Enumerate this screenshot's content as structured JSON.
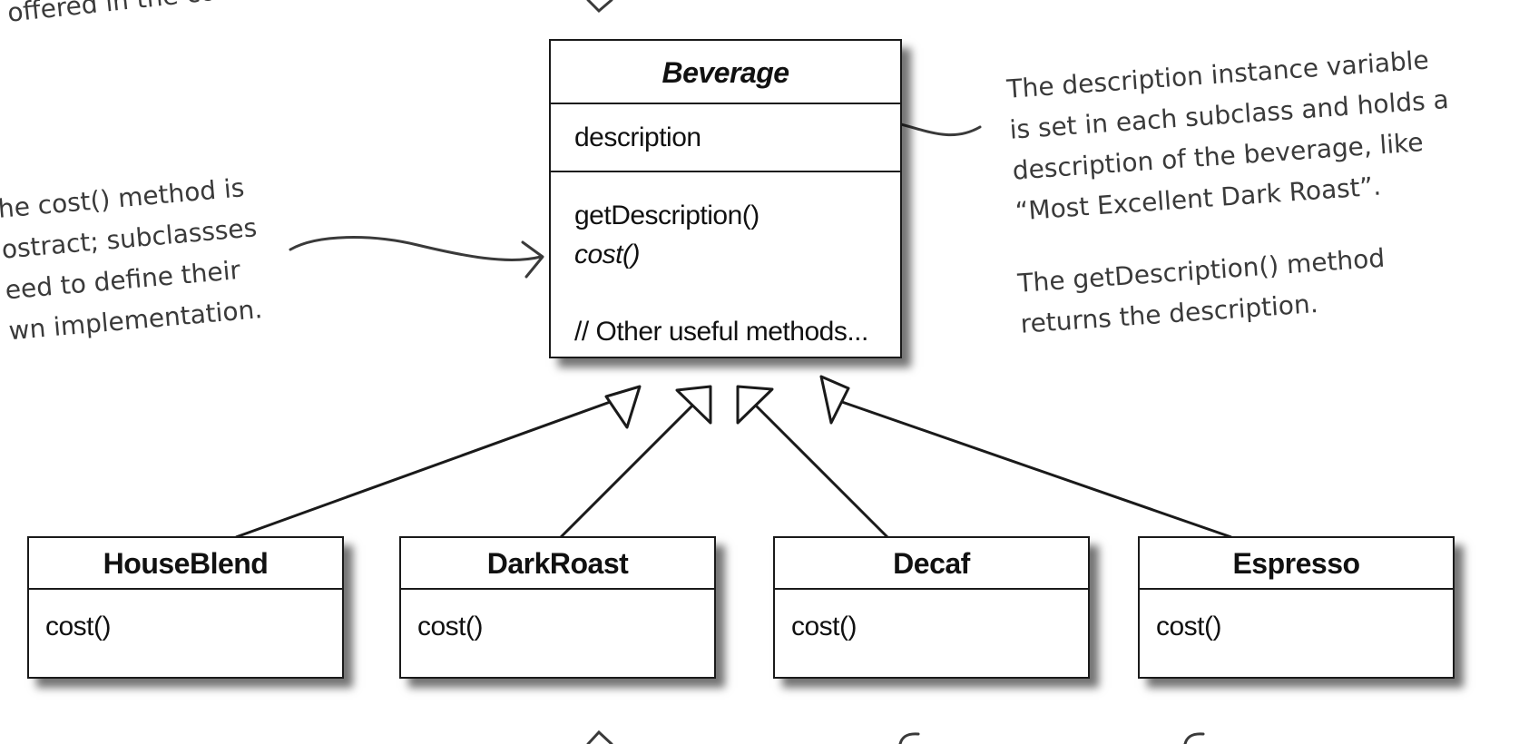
{
  "beverage": {
    "title": "Beverage",
    "field": "description",
    "method_get_description": "getDescription()",
    "method_cost": "cost()",
    "method_other": "// Other useful methods..."
  },
  "subclasses": [
    {
      "name": "HouseBlend",
      "method": "cost()"
    },
    {
      "name": "DarkRoast",
      "method": "cost()"
    },
    {
      "name": "Decaf",
      "method": "cost()"
    },
    {
      "name": "Espresso",
      "method": "cost()"
    }
  ],
  "annotations": {
    "top_left": "offered in the coffee sho",
    "cost_note": [
      "he cost() method is",
      "ostract; subclassses",
      "eed to define their",
      "wn implementation."
    ],
    "description_note": [
      "The description instance variable",
      "is set in each subclass and holds a",
      "description of the beverage, like",
      "“Most Excellent Dark Roast”."
    ],
    "getdescription_note": [
      "The getDescription() method",
      "returns the description."
    ]
  },
  "colors": {
    "box_border": "#1a1a1a",
    "shadow": "#5a5a5a",
    "handwriting": "#3a3a3a"
  }
}
